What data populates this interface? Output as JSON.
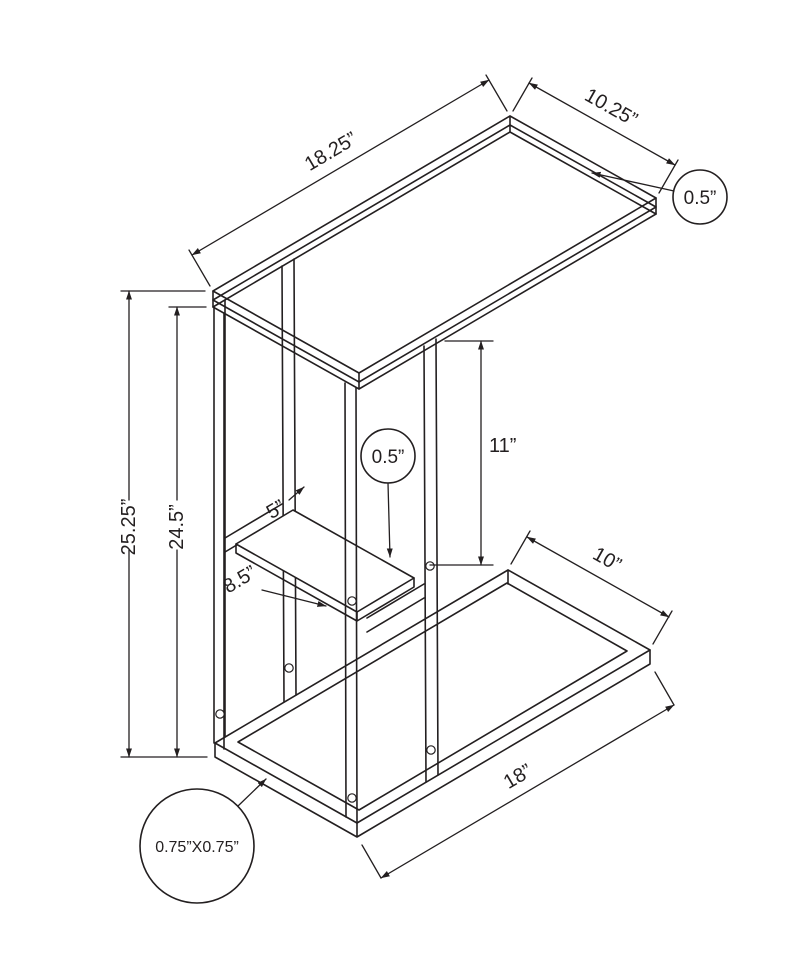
{
  "diagram": {
    "line_color": "#231f20",
    "background": "#ffffff",
    "labels": {
      "top_length": "18.25”",
      "top_width": "10.25”",
      "top_thickness": "0.5”",
      "overall_height": "25.25”",
      "underside_height": "24.5”",
      "shelf_depth": "5”",
      "shelf_width": "8.5”",
      "shelf_thickness": "0.5”",
      "shelf_clearance": "11”",
      "base_width": "10”",
      "base_length": "18”",
      "leg_tube_size": "0.75”X0.75”"
    }
  }
}
